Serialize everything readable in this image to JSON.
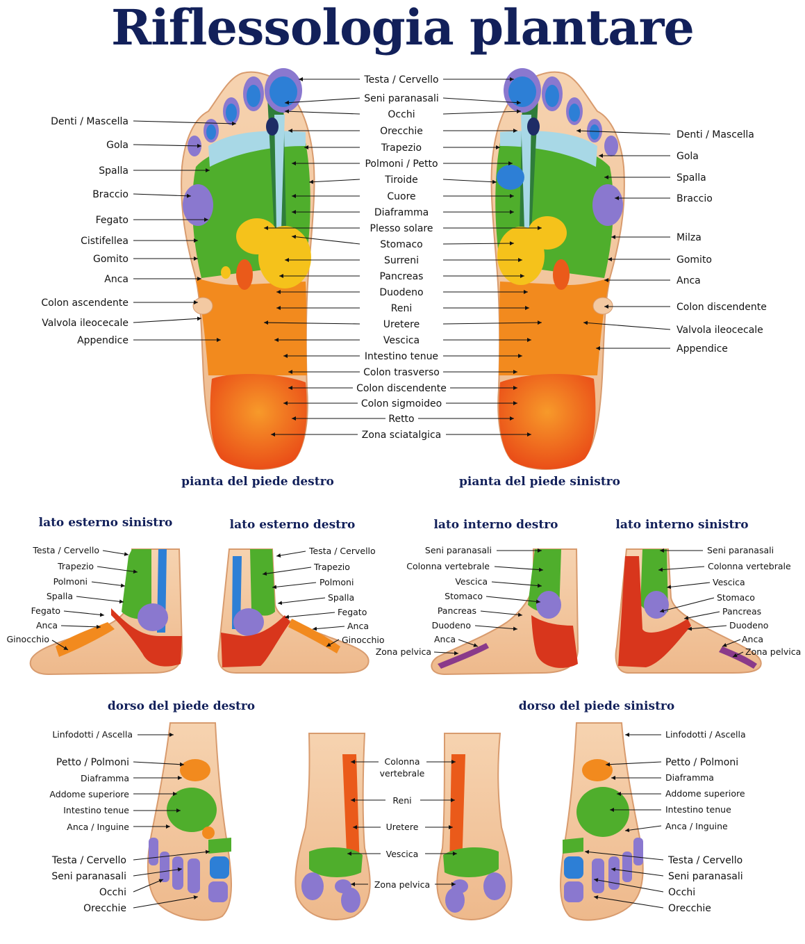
{
  "title": "Riflessologia plantare",
  "sections": {
    "sole_right": "pianta del piede destro",
    "sole_left": "pianta del piede sinistro",
    "outer_left": "lato esterno sinistro",
    "outer_right": "lato esterno destro",
    "inner_right": "lato interno destro",
    "inner_left": "lato interno sinistro",
    "dorsal_right": "dorso del piede destro",
    "dorsal_left": "dorso del piede sinistro"
  },
  "sole_center_labels": [
    "Testa / Cervello",
    "Seni paranasali",
    "Occhi",
    "Orecchie",
    "Trapezio",
    "Polmoni / Petto",
    "Tiroide",
    "Cuore",
    "Diaframma",
    "Plesso solare",
    "Stomaco",
    "Surreni",
    "Pancreas",
    "Duodeno",
    "Reni",
    "Uretere",
    "Vescica",
    "Intestino tenue",
    "Colon trasverso",
    "Colon discendente",
    "Colon sigmoideo",
    "Retto",
    "Zona sciatalgica"
  ],
  "sole_left_side_labels": [
    "Denti / Mascella",
    "Gola",
    "Spalla",
    "Braccio",
    "Fegato",
    "Cistifellea",
    "Gomito",
    "Anca",
    "Colon ascendente",
    "Valvola ileocecale",
    "Appendice"
  ],
  "sole_right_side_labels": [
    "Denti / Mascella",
    "Gola",
    "Spalla",
    "Braccio",
    "Milza",
    "Gomito",
    "Anca",
    "Colon discendente",
    "Valvola ileocecale",
    "Appendice"
  ],
  "outer_left_labels": [
    "Testa / Cervello",
    "Trapezio",
    "Polmoni",
    "Spalla",
    "Fegato",
    "Anca",
    "Ginocchio"
  ],
  "outer_right_labels": [
    "Testa / Cervello",
    "Trapezio",
    "Polmoni",
    "Spalla",
    "Fegato",
    "Anca",
    "Ginocchio"
  ],
  "inner_right_labels": [
    "Seni paranasali",
    "Colonna vertebrale",
    "Vescica",
    "Stomaco",
    "Pancreas",
    "Duodeno",
    "Anca",
    "Zona pelvica"
  ],
  "inner_left_labels": [
    "Seni paranasali",
    "Colonna vertebrale",
    "Vescica",
    "Stomaco",
    "Pancreas",
    "Duodeno",
    "Anca",
    "Zona pelvica"
  ],
  "dorsal_right_labels": [
    "Linfodotti / Ascella",
    "Petto / Polmoni",
    "Diaframma",
    "Addome superiore",
    "Intestino tenue",
    "Anca / Inguine",
    "Testa / Cervello",
    "Seni paranasali",
    "Occhi",
    "Orecchie"
  ],
  "dorsal_left_labels": [
    "Linfodotti / Ascella",
    "Petto / Polmoni",
    "Diaframma",
    "Addome superiore",
    "Intestino tenue",
    "Anca / Inguine",
    "Testa / Cervello",
    "Seni paranasali",
    "Occhi",
    "Orecchie"
  ],
  "back_center_labels": [
    "Colonna",
    "vertebrale",
    "Reni",
    "Uretere",
    "Vescica",
    "Zona pelvica"
  ],
  "colors": {
    "title": "#12205a",
    "skin": "#f3c9a2",
    "skin_edge": "#d89b6e",
    "green": "#4fae2c",
    "dark_green": "#2f7d3a",
    "blue": "#2d7fd6",
    "light_blue": "#a8d8e6",
    "purple": "#8a78cf",
    "yellow": "#f5c21b",
    "orange": "#f28a1e",
    "red_orange": "#ea5a1a",
    "red": "#d8361c"
  }
}
